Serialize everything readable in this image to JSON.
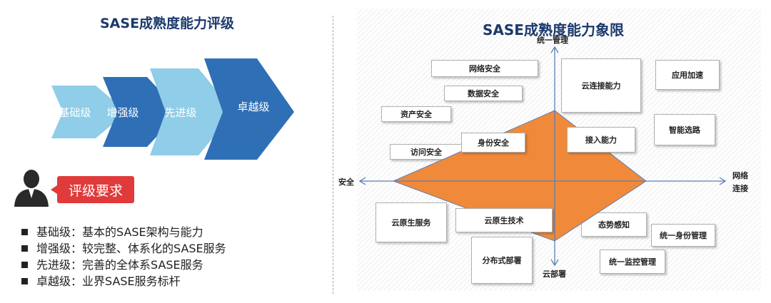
{
  "left": {
    "title": "SASE成熟度能力评级",
    "levels": [
      "基础级",
      "增强级",
      "先进级",
      "卓越级"
    ],
    "badge": "评级要求",
    "requirements": [
      "基础级：基本的SASE架构与能力",
      "增强级：较完整、体系化的SASE服务",
      "先进级：完善的全体系SASE服务",
      "卓越级：业界SASE服务标杆"
    ]
  },
  "right": {
    "title": "SASE成熟度能力象限",
    "axes": {
      "top": "统一管理",
      "bottom": "云部署",
      "left": "安全",
      "right_line1": "网络",
      "right_line2": "连接"
    },
    "capabilities": [
      "网络安全",
      "数据安全",
      "资产安全",
      "访问安全",
      "身份安全",
      "云连接能力",
      "应用加速",
      "接入能力",
      "智能选路",
      "云原生服务",
      "云原生技术",
      "分布式部署",
      "态势感知",
      "统一身份管理",
      "统一监控管理"
    ]
  },
  "colors": {
    "title": "#1b3a6b",
    "chevron_light": "#8fcde8",
    "chevron_dark": "#2f6fb6",
    "badge": "#e03a3a",
    "diamond": "#f08a3a",
    "axis": "#5b7fb8"
  }
}
